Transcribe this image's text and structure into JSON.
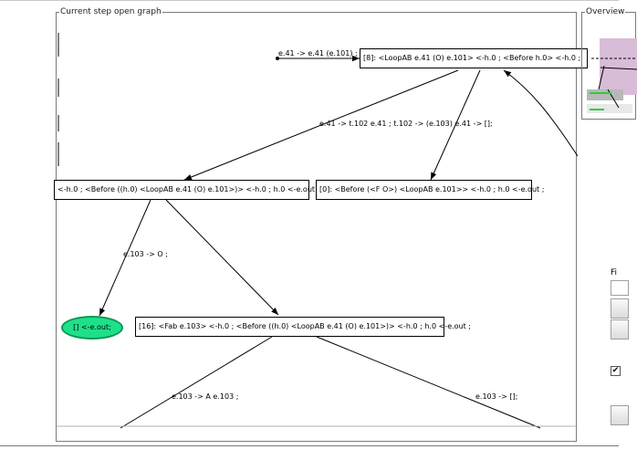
{
  "panels": {
    "graph_title": "Current step open graph",
    "overview_title": "Overview",
    "side_label": "Fi"
  },
  "graph": {
    "nodes": {
      "top": "[8]: <LoopAB e.41 (O) e.101> <-h.0 ; <Before h.0> <-h.0 ;",
      "left_mid": "<-h.0 ; <Before ((h.0) <LoopAB e.41 (O) e.101>)> <-h.0 ; h.0 <-e.out",
      "right_mid": "[0]: <Before (<F O>) <LoopAB e.101>> <-h.0 ; h.0 <-e.out ;",
      "terminal": "[] <-e.out;",
      "bottom": "[16]: <Fab e.103> <-h.0 ; <Before ((h.0) <LoopAB e.41 (O) e.101>)> <-h.0 ; h.0 <-e.out ;"
    },
    "edges": {
      "top_left": "e.41 -> e.41 (e.101) ;",
      "top_split": "e.41 -> t.102 e.41 ; t.102 -> (e.103) e.41 -> [];",
      "to_terminal": "e.103 -> O ;",
      "bottom_left": "e.103 -> A e.103 ;",
      "bottom_right": "e.103 -> [];"
    }
  },
  "controls": {
    "checkbox_checked": true,
    "checkbox_mark": "✔"
  },
  "colors": {
    "terminal_fill": "#1fe08a",
    "terminal_border": "#0a9a55",
    "overview_fill": "#d8bcd8"
  }
}
